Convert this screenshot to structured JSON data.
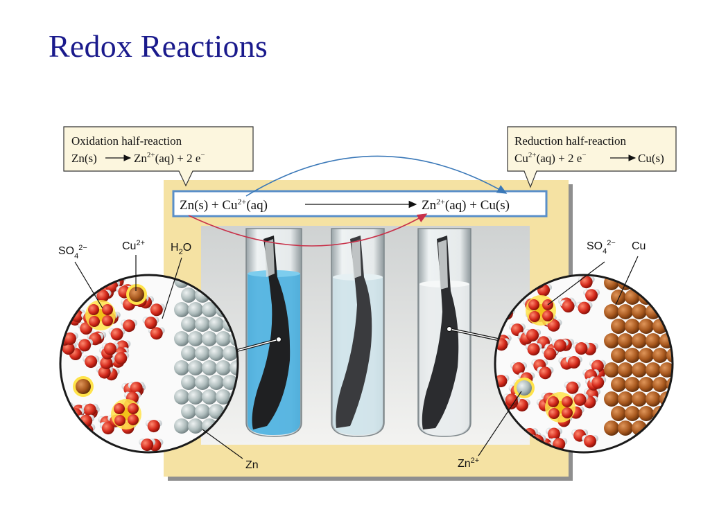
{
  "slide": {
    "title": "Redox Reactions"
  },
  "callouts": {
    "oxidation": {
      "heading": "Oxidation half-reaction",
      "lhs": "Zn(s)",
      "rhs_species": "Zn",
      "rhs_charge": "2+",
      "rhs_rest": "(aq) + 2 e",
      "rhs_electron_sign": "−"
    },
    "reduction": {
      "heading": "Reduction half-reaction",
      "lhs_species": "Cu",
      "lhs_charge": "2+",
      "lhs_rest": "(aq) + 2 e",
      "lhs_electron_sign": "−",
      "rhs": "Cu(s)"
    }
  },
  "overall_equation": {
    "part1": "Zn(s) + Cu",
    "charge1": "2+",
    "part2": "(aq)",
    "part3": "Zn",
    "charge2": "2+",
    "part4": "(aq) + Cu(s)"
  },
  "labels": {
    "sulfate_left": "SO",
    "sulfate_left_sub": "4",
    "sulfate_left_sup": "2−",
    "cu_ion": "Cu",
    "cu_ion_sup": "2+",
    "water": "H",
    "water_sub": "2",
    "water_rest": "O",
    "zinc": "Zn",
    "sulfate_right": "SO",
    "sulfate_right_sub": "4",
    "sulfate_right_sup": "2−",
    "copper": "Cu",
    "zn_ion": "Zn",
    "zn_ion_sup": "2+"
  },
  "colors": {
    "title": "#1a1a8c",
    "panel": "#f5e2a3",
    "equation_box_border": "#5a8fc9",
    "arrow_blue": "#3a78b8",
    "arrow_red": "#c8324a",
    "solution_blue": "#4ab0e0",
    "zinc_sphere": "#aebcbc",
    "copper_sphere": "#a8581e",
    "oxygen": "#d42a1c",
    "sulfur": "#f2c21a"
  }
}
